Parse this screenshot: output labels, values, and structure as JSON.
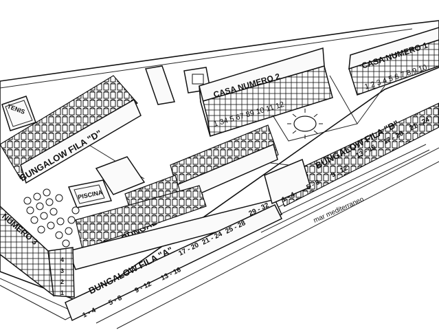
{
  "labels": {
    "tenis": "TENIS",
    "piscina": "PISCINA",
    "casa_central": "CASA NUMERO 2",
    "casa_right": "CASA NUMERO 1",
    "casa_central_units": "1 34 5 67 89 10 11 12",
    "casa_right_units": "1 2 3 4 5 6 7 8 9 10",
    "bungalow_d": "BUNGALOW FILA \"D\"",
    "bungalow_c": "BUNGALOW FILA \"C\"",
    "bungalow_a": "BUNGALOW FILA \"A\"",
    "bungalow_b": "BUNGALOW FILA \"B\"",
    "numero_3": "NUMERO 3",
    "mar": "mar mediterraneo"
  },
  "ranges_fila_a": [
    "1 - 4",
    "5 - 8",
    "9 - 12",
    "13 - 16",
    "17 - 20",
    "21 - 24",
    "25 - 28",
    "29 - 32"
  ],
  "ranges_fila_b": [
    "1 - 4",
    "5 - 8",
    "9 - 12",
    "13 - 16",
    "17 - 20",
    "21 - 24"
  ],
  "numero3_floors": [
    "4",
    "3",
    "2",
    "1"
  ]
}
